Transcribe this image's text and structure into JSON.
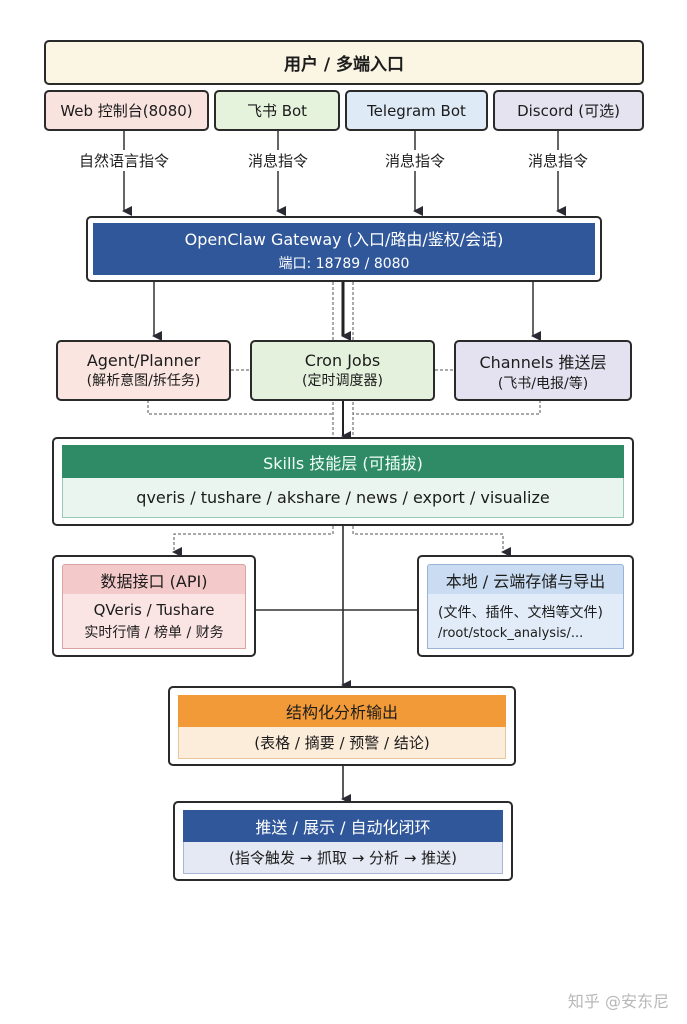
{
  "diagram": {
    "top": {
      "title": "用户 / 多端入口",
      "color": "#fbf5e4"
    },
    "entries": [
      {
        "label": "Web 控制台(8080)",
        "edge_label": "自然语言指令",
        "color": "#f9e3df"
      },
      {
        "label": "飞书 Bot",
        "edge_label": "消息指令",
        "color": "#e5f2dc"
      },
      {
        "label": "Telegram Bot",
        "edge_label": "消息指令",
        "color": "#dfeaf7"
      },
      {
        "label": "Discord (可选)",
        "edge_label": "消息指令",
        "color": "#e6e3f1"
      }
    ],
    "gateway": {
      "title": "OpenClaw Gateway (入口/路由/鉴权/会话)",
      "subtitle": "端口: 18789 / 8080",
      "color": "#2f579a"
    },
    "middle": [
      {
        "title": "Agent/Planner",
        "subtitle": "(解析意图/拆任务)",
        "color": "#fae5e0"
      },
      {
        "title": "Cron Jobs",
        "subtitle": "(定时调度器)",
        "color": "#e4f1dc"
      },
      {
        "title": "Channels 推送层",
        "subtitle": "(飞书/电报/等)",
        "color": "#e4e2f0"
      }
    ],
    "skills": {
      "title": "Skills 技能层 (可插拔)",
      "items": "qveris / tushare / akshare / news / export / visualize",
      "header_color": "#2e8b66",
      "body_color": "#eaf5ef"
    },
    "data_api": {
      "title": "数据接口 (API)",
      "line1": "QVeris / Tushare",
      "line2": "实时行情 / 榜单 / 财务",
      "header_color": "#f4c9c9",
      "body_color": "#fae4e4"
    },
    "storage": {
      "title": "本地 / 云端存储与导出",
      "line1": "(文件、插件、文档等文件)",
      "line2": "/root/stock_analysis/...",
      "header_color": "#c9dcf1",
      "body_color": "#e2ecf8"
    },
    "output": {
      "title": "结构化分析输出",
      "subtitle": "(表格 / 摘要 / 预警 / 结论)",
      "header_color": "#f29a38",
      "body_color": "#fcecda"
    },
    "final": {
      "title": "推送 / 展示 / 自动化闭环",
      "subtitle": "(指令触发 → 抓取 → 分析 → 推送)",
      "header_color": "#2f579a",
      "body_color": "#e4e9f4"
    }
  },
  "watermark": "知乎 @安东尼"
}
